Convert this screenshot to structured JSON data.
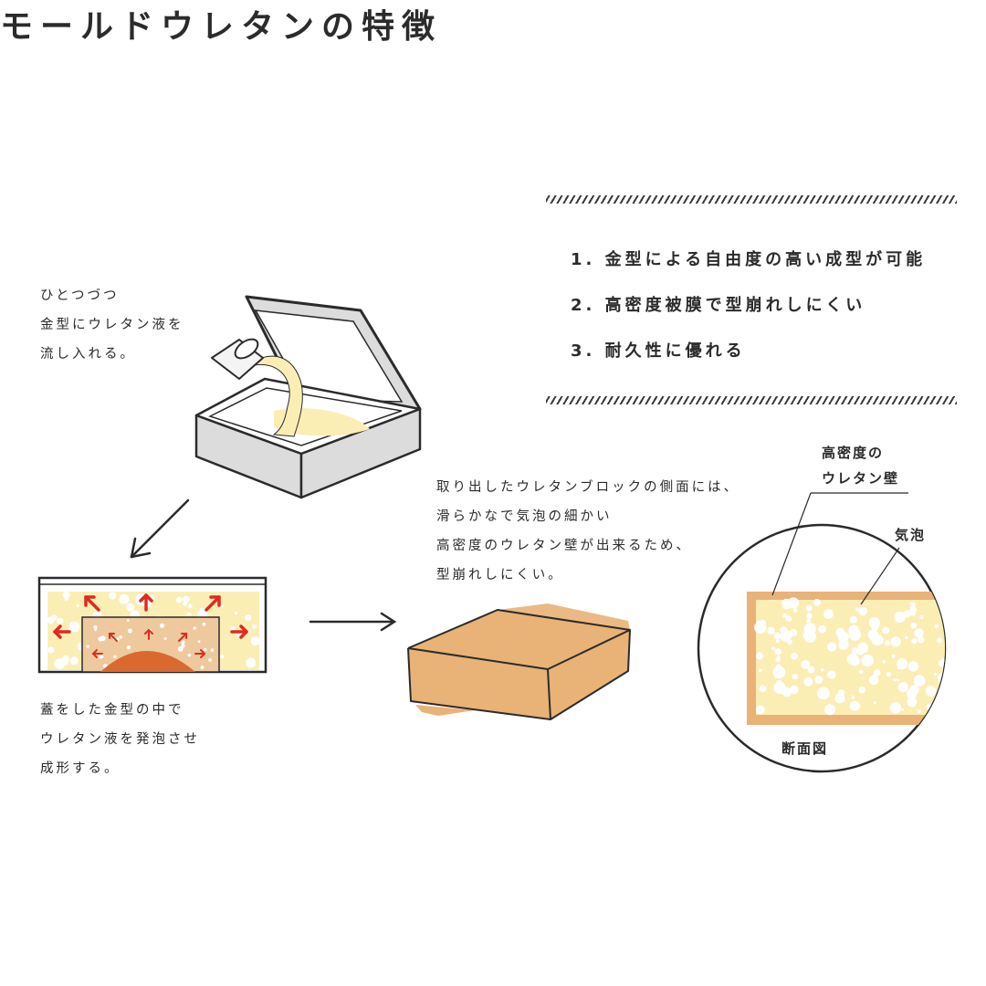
{
  "title": "モールドウレタンの特徴",
  "features": [
    "1. 金型による自由度の高い成型が可能",
    "2. 高密度被膜で型崩れしにくい",
    "3. 耐久性に優れる"
  ],
  "steps": {
    "pour": [
      "ひとつづつ",
      "金型にウレタン液を",
      "流し入れる。"
    ],
    "foam": [
      "蓋をした金型の中で",
      "ウレタン液を発泡させ",
      "成形する。"
    ],
    "result": [
      "取り出したウレタンブロックの側面には、",
      "滑らかなで気泡の細かい",
      "高密度のウレタン壁が出来るため、",
      "型崩れしにくい。"
    ]
  },
  "cross_section": {
    "wall_label": [
      "高密度の",
      "ウレタン壁"
    ],
    "bubble_label": "気泡",
    "caption": "断面図"
  },
  "colors": {
    "foam_yellow": "#fbeeb5",
    "urethane_tan": "#e9b277",
    "urethane_dark": "#d9692f",
    "arrow_red": "#e02a1f",
    "mold_gray": "#dcdcdc",
    "line": "#2b2b2b"
  }
}
